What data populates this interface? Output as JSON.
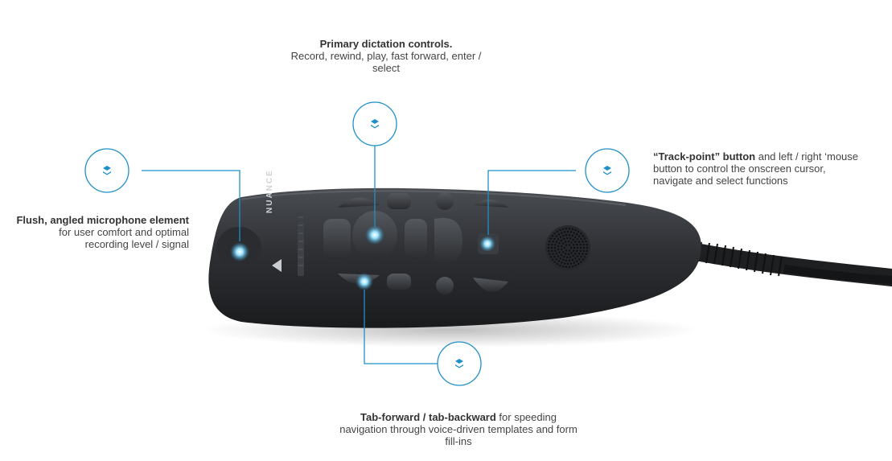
{
  "callouts": {
    "primary": {
      "bold": "Primary dictation controls.",
      "rest": "Record, rewind, play, fast forward, enter / select"
    },
    "mic": {
      "bold": "Flush, angled microphone element",
      "rest": " for user comfort and optimal recording level / signal"
    },
    "track": {
      "bold": "“Track-point” button",
      "rest": " and left / right ‘mouse button to control the onscreen cursor, navigate and select functions"
    },
    "tab": {
      "bold": "Tab-forward / tab-backward",
      "rest": " for speeding navigation through voice-driven templates and form fill-ins"
    }
  },
  "device": {
    "brand": "NUANCE"
  },
  "colors": {
    "accent": "#1f8fc9",
    "glow": "#7fd6ff",
    "body": "#2b2d30"
  },
  "icons": {
    "marker": "layers-icon"
  }
}
